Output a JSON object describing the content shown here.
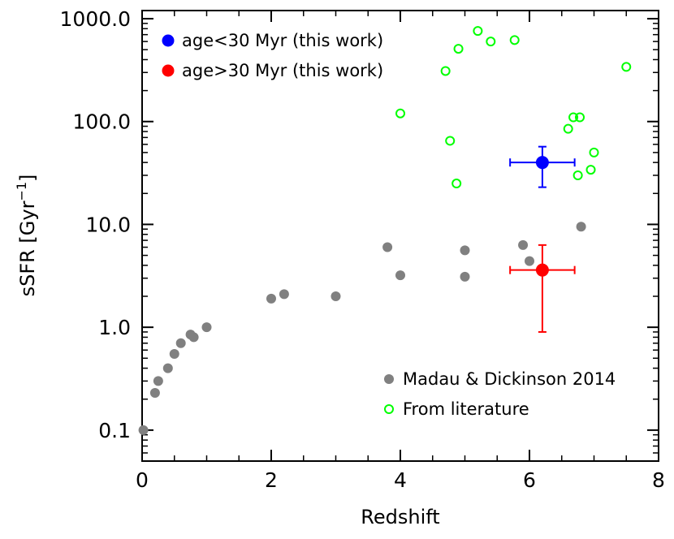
{
  "chart_data": {
    "type": "scatter",
    "xlabel": "Redshift",
    "ylabel": "sSFR [Gyr",
    "ylabel_sup": "−1",
    "ylabel_close": "]",
    "xlim": [
      0,
      8
    ],
    "ylim": [
      0.05,
      1200
    ],
    "y_scale": "log",
    "grid": false,
    "x_ticks": [
      0,
      2,
      4,
      6,
      8
    ],
    "x_tick_labels": [
      "0",
      "2",
      "4",
      "6",
      "8"
    ],
    "y_ticks": [
      0.1,
      1,
      10,
      100,
      1000
    ],
    "y_tick_labels": [
      "0.1",
      "1.0",
      "10.0",
      "100.0",
      "1000.0"
    ],
    "legend_top": [
      {
        "label": "age<30 Myr (this work)",
        "color": "#0000ff"
      },
      {
        "label": "age>30 Myr (this work)",
        "color": "#ff0000"
      }
    ],
    "legend_bottom": [
      {
        "label": "Madau & Dickinson 2014",
        "color": "#808080",
        "marker": "filled"
      },
      {
        "label": "From literature",
        "color": "#00ff00",
        "marker": "open"
      }
    ],
    "series": [
      {
        "name": "Madau & Dickinson 2014",
        "color": "#808080",
        "marker": "filled-circle",
        "points": [
          [
            0.02,
            0.1
          ],
          [
            0.2,
            0.23
          ],
          [
            0.25,
            0.3
          ],
          [
            0.4,
            0.4
          ],
          [
            0.5,
            0.55
          ],
          [
            0.6,
            0.7
          ],
          [
            0.75,
            0.85
          ],
          [
            0.8,
            0.8
          ],
          [
            1.0,
            1.0
          ],
          [
            2.0,
            1.9
          ],
          [
            2.2,
            2.1
          ],
          [
            3.0,
            2.0
          ],
          [
            3.8,
            6.0
          ],
          [
            4.0,
            3.2
          ],
          [
            5.0,
            5.6
          ],
          [
            5.0,
            3.1
          ],
          [
            5.9,
            6.3
          ],
          [
            6.0,
            4.4
          ],
          [
            6.8,
            9.5
          ]
        ]
      },
      {
        "name": "From literature",
        "color": "#00ff00",
        "marker": "open-circle",
        "points": [
          [
            4.0,
            120
          ],
          [
            4.7,
            310
          ],
          [
            4.77,
            65
          ],
          [
            4.87,
            25
          ],
          [
            4.9,
            510
          ],
          [
            5.2,
            760
          ],
          [
            5.4,
            600
          ],
          [
            5.77,
            620
          ],
          [
            6.6,
            85
          ],
          [
            6.68,
            110
          ],
          [
            6.78,
            110
          ],
          [
            6.75,
            30
          ],
          [
            6.95,
            34
          ],
          [
            7.0,
            50
          ],
          [
            7.5,
            340
          ]
        ]
      },
      {
        "name": "age<30 Myr (this work)",
        "color": "#0000ff",
        "marker": "filled-circle-large",
        "points": [
          [
            6.2,
            40
          ]
        ],
        "xerr": [
          [
            5.7,
            6.7
          ]
        ],
        "yerr": [
          [
            23,
            57
          ]
        ]
      },
      {
        "name": "age>30 Myr (this work)",
        "color": "#ff0000",
        "marker": "filled-circle-large",
        "points": [
          [
            6.2,
            3.6
          ]
        ],
        "xerr": [
          [
            5.7,
            6.7
          ]
        ],
        "yerr": [
          [
            0.9,
            6.3
          ]
        ]
      }
    ]
  }
}
